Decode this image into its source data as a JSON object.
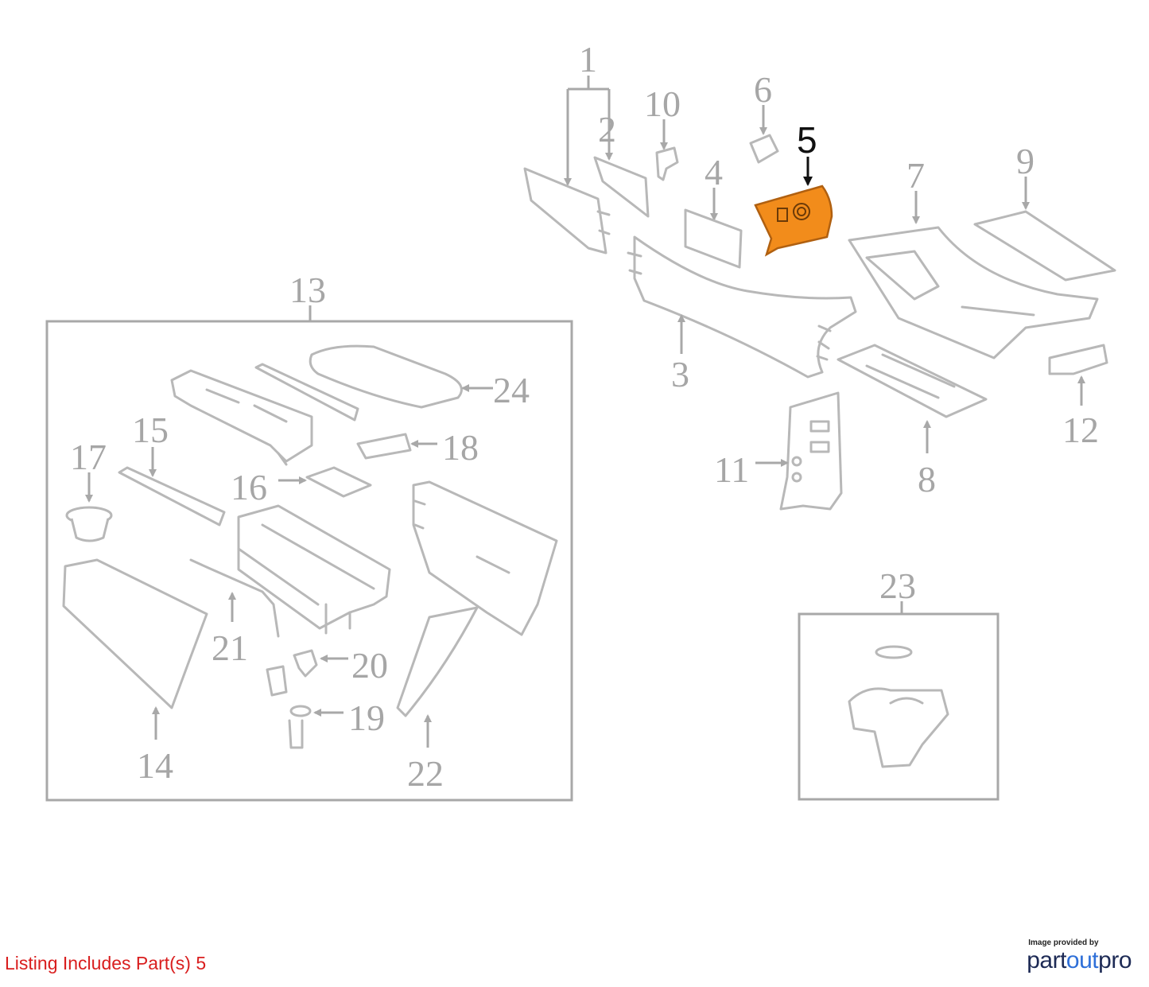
{
  "diagram": {
    "callouts": [
      "1",
      "2",
      "3",
      "4",
      "5",
      "6",
      "7",
      "8",
      "9",
      "10",
      "11",
      "12",
      "13",
      "14",
      "15",
      "16",
      "17",
      "18",
      "19",
      "20",
      "21",
      "22",
      "23",
      "24"
    ],
    "highlighted_part": "5",
    "highlight_color": "#f28c1b",
    "line_color": "#b8b8b8"
  },
  "footer": {
    "listing_text": "Listing Includes Part(s) 5",
    "credit_small": "Image provided by",
    "credit_brand_part1": "part",
    "credit_brand_part2": "out",
    "credit_brand_part3": "pro"
  }
}
